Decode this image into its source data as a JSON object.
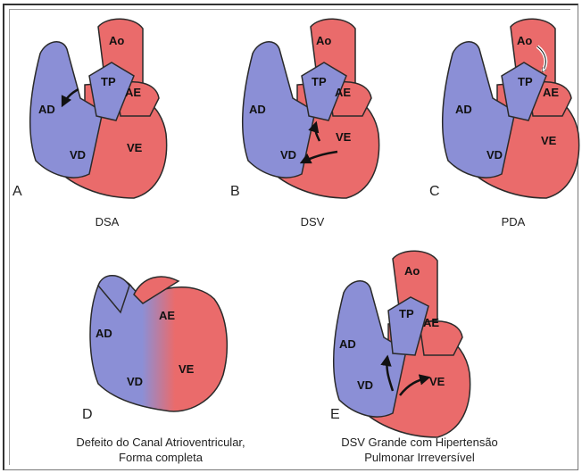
{
  "panels": [
    {
      "letter": "A",
      "caption": "DSA",
      "labels": {
        "ao": "Ao",
        "tp": "TP",
        "ae": "AE",
        "ad": "AD",
        "vd": "VD",
        "ve": "VE"
      }
    },
    {
      "letter": "B",
      "caption": "DSV",
      "labels": {
        "ao": "Ao",
        "tp": "TP",
        "ae": "AE",
        "ad": "AD",
        "vd": "VD",
        "ve": "VE"
      }
    },
    {
      "letter": "C",
      "caption": "PDA",
      "labels": {
        "ao": "Ao",
        "tp": "TP",
        "ae": "AE",
        "ad": "AD",
        "vd": "VD",
        "ve": "VE"
      }
    },
    {
      "letter": "D",
      "caption_line1": "Defeito do Canal Atrioventricular,",
      "caption_line2": "Forma completa",
      "labels": {
        "ae": "AE",
        "ad": "AD",
        "vd": "VD",
        "ve": "VE"
      }
    },
    {
      "letter": "E",
      "caption_line1": "DSV Grande com Hipertensão",
      "caption_line2": "Pulmonar Irreversível",
      "labels": {
        "ao": "Ao",
        "tp": "TP",
        "ae": "AE",
        "ad": "AD",
        "vd": "VD",
        "ve": "VE"
      }
    }
  ],
  "colors": {
    "red": "#ea6b6b",
    "redLight": "#f2a3a3",
    "blue": "#8b8fd6",
    "outline": "#2a2a2a"
  }
}
